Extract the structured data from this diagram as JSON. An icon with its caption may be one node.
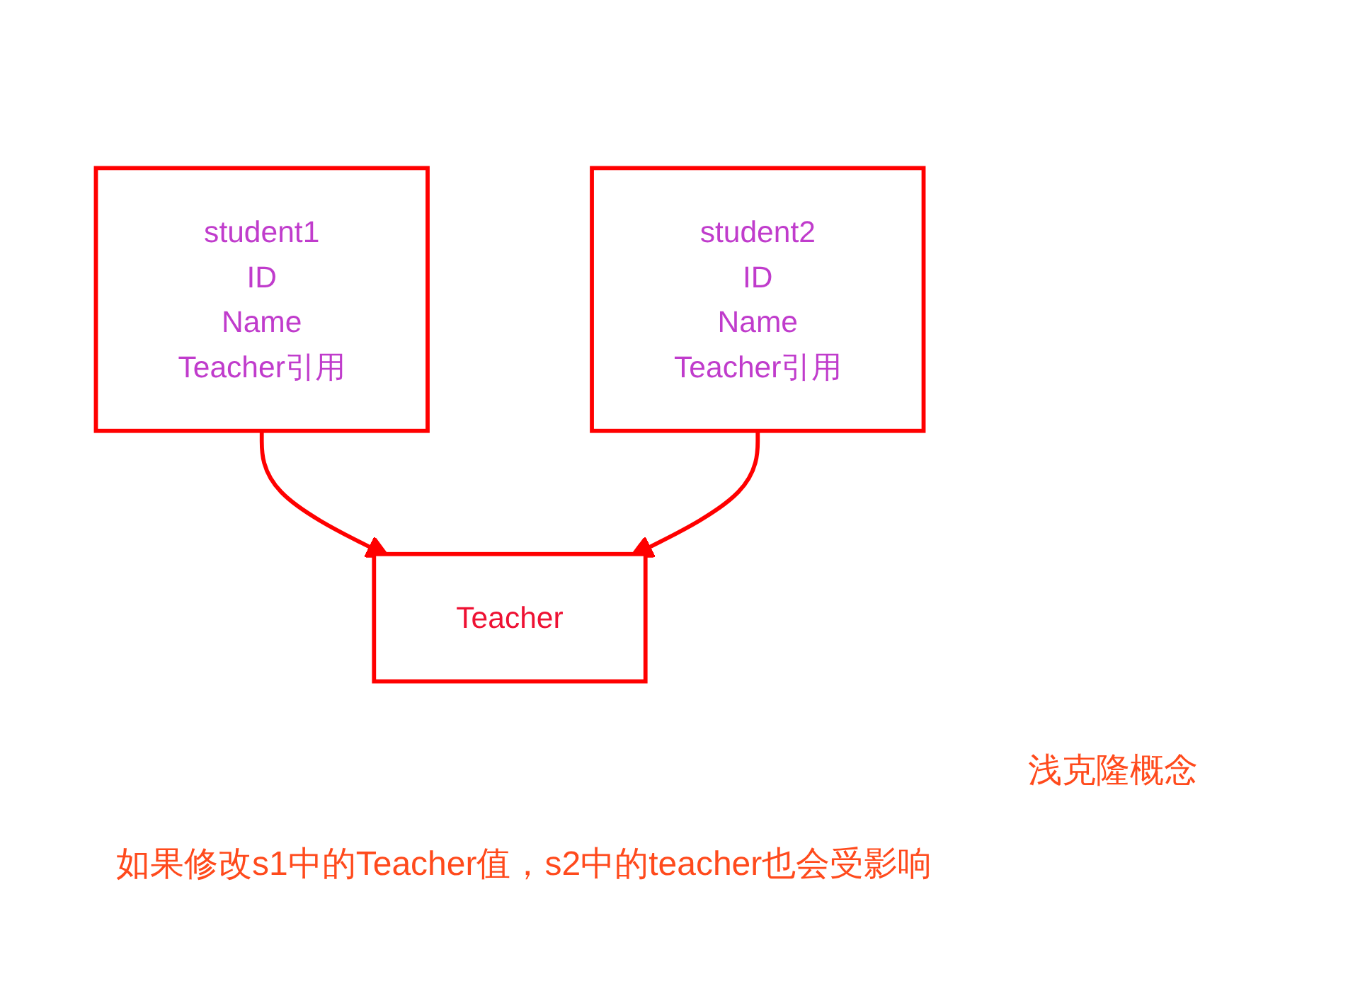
{
  "diagram": {
    "nodes": [
      {
        "text": [
          "student1",
          "ID",
          "Name",
          "Teacher引用"
        ]
      },
      {
        "text": [
          "student2",
          "ID",
          "Name",
          "Teacher引用"
        ]
      },
      {
        "text": [
          "Teacher"
        ]
      }
    ],
    "edges": [
      {
        "from": 0,
        "to": 2,
        "arrow": "to"
      },
      {
        "from": 1,
        "to": 2,
        "arrow": "to"
      }
    ],
    "labels": [
      "浅克隆概念",
      "如果修改s1中的Teacher值，s2中的teacher也会受影响"
    ]
  }
}
